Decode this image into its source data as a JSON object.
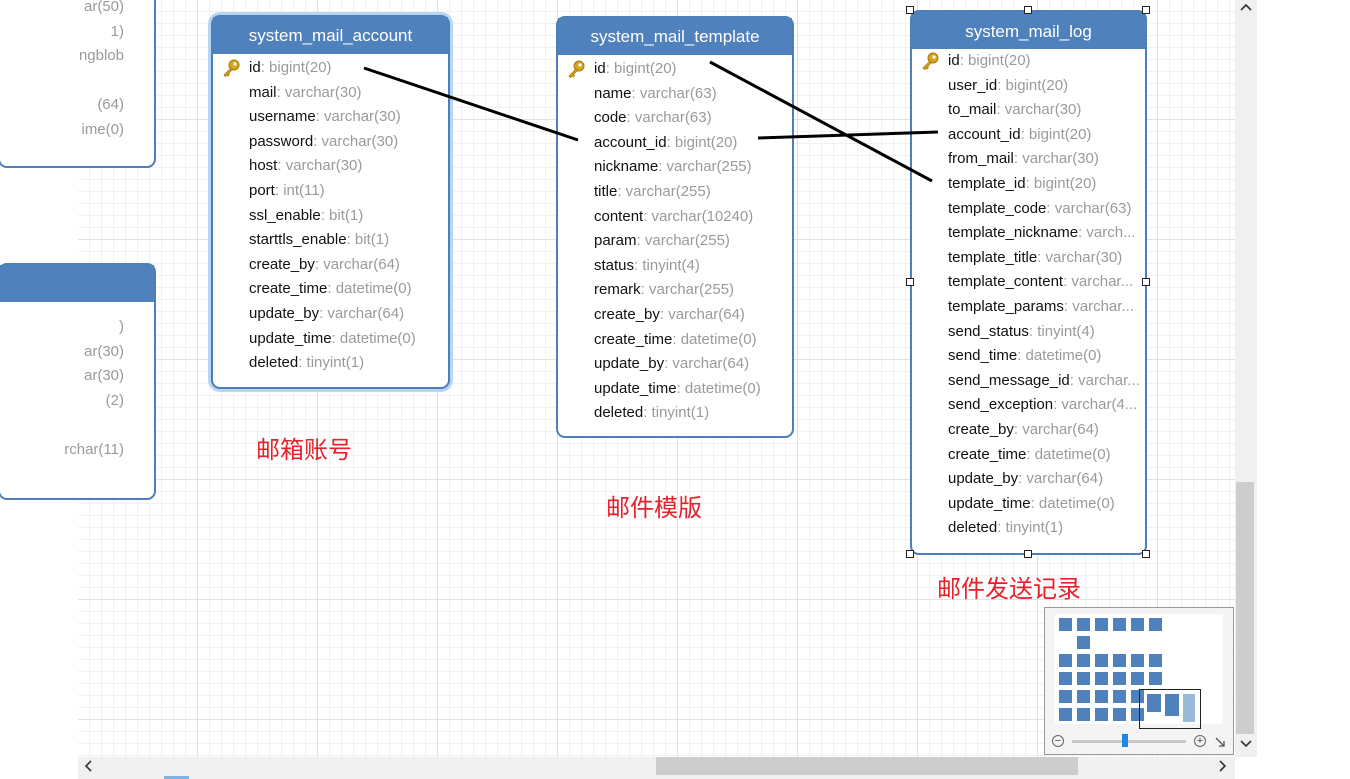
{
  "tables": {
    "account": {
      "name": "system_mail_account",
      "fields": [
        {
          "name": "id",
          "type": ": bigint(20)",
          "pk": true
        },
        {
          "name": "mail",
          "type": ": varchar(30)"
        },
        {
          "name": "username",
          "type": ": varchar(30)"
        },
        {
          "name": "password",
          "type": ": varchar(30)"
        },
        {
          "name": "host",
          "type": ": varchar(30)"
        },
        {
          "name": "port",
          "type": ": int(11)"
        },
        {
          "name": "ssl_enable",
          "type": ": bit(1)"
        },
        {
          "name": "starttls_enable",
          "type": ": bit(1)"
        },
        {
          "name": "create_by",
          "type": ": varchar(64)"
        },
        {
          "name": "create_time",
          "type": ": datetime(0)"
        },
        {
          "name": "update_by",
          "type": ": varchar(64)"
        },
        {
          "name": "update_time",
          "type": ": datetime(0)"
        },
        {
          "name": "deleted",
          "type": ": tinyint(1)"
        }
      ]
    },
    "template": {
      "name": "system_mail_template",
      "fields": [
        {
          "name": "id",
          "type": ": bigint(20)",
          "pk": true
        },
        {
          "name": "name",
          "type": ": varchar(63)"
        },
        {
          "name": "code",
          "type": ": varchar(63)"
        },
        {
          "name": "account_id",
          "type": ": bigint(20)"
        },
        {
          "name": "nickname",
          "type": ": varchar(255)"
        },
        {
          "name": "title",
          "type": ": varchar(255)"
        },
        {
          "name": "content",
          "type": ": varchar(10240)"
        },
        {
          "name": "param",
          "type": ": varchar(255)"
        },
        {
          "name": "status",
          "type": ": tinyint(4)"
        },
        {
          "name": "remark",
          "type": ": varchar(255)"
        },
        {
          "name": "create_by",
          "type": ": varchar(64)"
        },
        {
          "name": "create_time",
          "type": ": datetime(0)"
        },
        {
          "name": "update_by",
          "type": ": varchar(64)"
        },
        {
          "name": "update_time",
          "type": ": datetime(0)"
        },
        {
          "name": "deleted",
          "type": ": tinyint(1)"
        }
      ]
    },
    "log": {
      "name": "system_mail_log",
      "fields": [
        {
          "name": "id",
          "type": ": bigint(20)",
          "pk": true
        },
        {
          "name": "user_id",
          "type": ": bigint(20)"
        },
        {
          "name": "to_mail",
          "type": ": varchar(30)"
        },
        {
          "name": "account_id",
          "type": ": bigint(20)"
        },
        {
          "name": "from_mail",
          "type": ": varchar(30)"
        },
        {
          "name": "template_id",
          "type": ": bigint(20)"
        },
        {
          "name": "template_code",
          "type": ": varchar(63)"
        },
        {
          "name": "template_nickname",
          "type": ": varch..."
        },
        {
          "name": "template_title",
          "type": ": varchar(30)"
        },
        {
          "name": "template_content",
          "type": ": varchar..."
        },
        {
          "name": "template_params",
          "type": ": varchar..."
        },
        {
          "name": "send_status",
          "type": ": tinyint(4)"
        },
        {
          "name": "send_time",
          "type": ": datetime(0)"
        },
        {
          "name": "send_message_id",
          "type": ": varchar..."
        },
        {
          "name": "send_exception",
          "type": ": varchar(4..."
        },
        {
          "name": "create_by",
          "type": ": varchar(64)"
        },
        {
          "name": "create_time",
          "type": ": datetime(0)"
        },
        {
          "name": "update_by",
          "type": ": varchar(64)"
        },
        {
          "name": "update_time",
          "type": ": datetime(0)"
        },
        {
          "name": "deleted",
          "type": ": tinyint(1)"
        }
      ]
    },
    "partial_top": {
      "rows": [
        "ar(50)",
        "1)",
        "ngblob",
        "",
        "(64)",
        "ime(0)"
      ]
    },
    "partial_bottom": {
      "rows": [
        ")",
        "ar(30)",
        "ar(30)",
        "(2)",
        "",
        "rchar(11)"
      ]
    }
  },
  "captions": {
    "account": "邮箱账号",
    "template": "邮件模版",
    "log": "邮件发送记录"
  },
  "colors": {
    "header": "#4f81bd",
    "caption": "#e8202a",
    "type_text": "#9a9a9a"
  },
  "icons": {
    "pk": "key-icon",
    "scroll_up": "chevron-up-icon",
    "scroll_down": "chevron-down-icon",
    "scroll_left": "chevron-left-icon",
    "scroll_right": "chevron-right-icon",
    "zoom_out": "zoom-out-icon",
    "zoom_in": "zoom-in-icon",
    "fit": "fit-icon"
  },
  "minimap": {
    "zoom_level": 0.44
  }
}
